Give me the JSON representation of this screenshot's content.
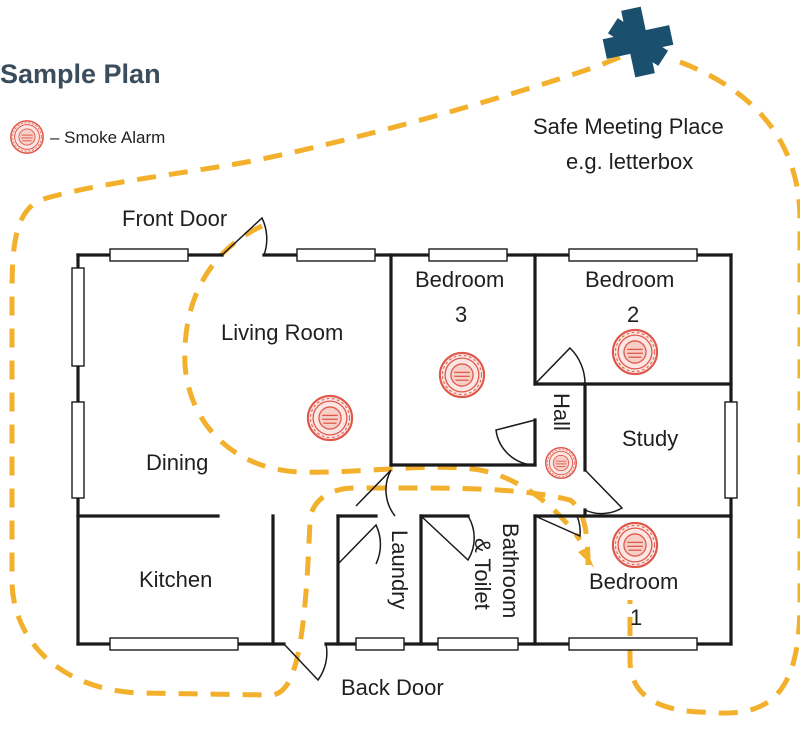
{
  "title": "Sample Plan",
  "legend": {
    "text": "– Smoke Alarm",
    "icon": "smoke-alarm-icon"
  },
  "meeting_place": {
    "line1": "Safe Meeting Place",
    "line2": "e.g. letterbox",
    "marker_color": "#1a4f6e"
  },
  "route_color": "#f2b02c",
  "rooms": {
    "front_door": "Front Door",
    "living_room": "Living Room",
    "dining": "Dining",
    "kitchen": "Kitchen",
    "bedroom3": "Bedroom",
    "bedroom3_num": "3",
    "bedroom2": "Bedroom",
    "bedroom2_num": "2",
    "hall": "Hall",
    "study": "Study",
    "laundry": "Laundry",
    "bathroom_line1": "Bathroom",
    "bathroom_line2": "& Toilet",
    "bedroom1": "Bedroom",
    "bedroom1_num": "1",
    "back_door": "Back Door"
  },
  "alarm_color": "#e0584a"
}
